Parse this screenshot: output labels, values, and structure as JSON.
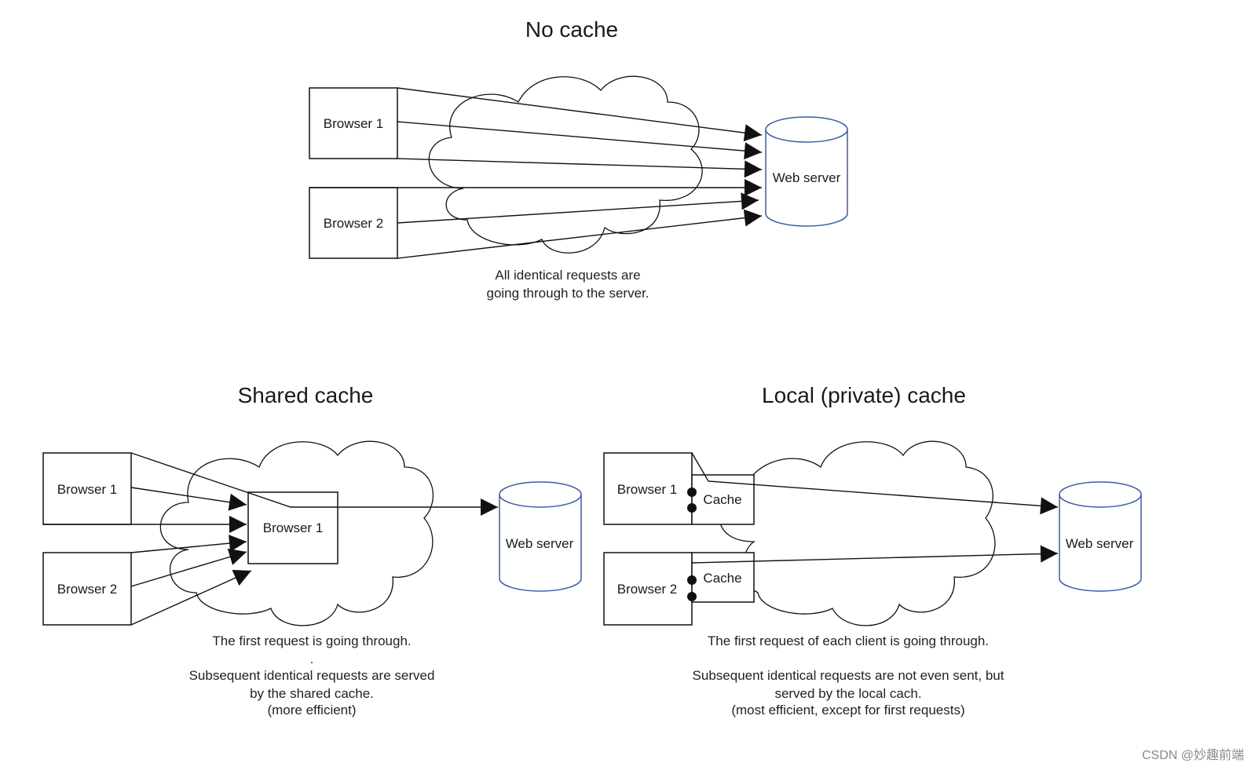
{
  "diagrams": {
    "no_cache": {
      "title": "No cache",
      "browser1": "Browser 1",
      "browser2": "Browser 2",
      "server": "Web server",
      "caption_lines": [
        "All identical requests are",
        "going through to the server."
      ]
    },
    "shared_cache": {
      "title": "Shared cache",
      "browser1": "Browser 1",
      "browser2": "Browser 2",
      "proxy": "Browser 1",
      "server": "Web server",
      "caption_lines": [
        "The first request is going through.",
        ".",
        "Subsequent identical requests are served",
        "by the shared cache.",
        "(more efficient)"
      ]
    },
    "local_cache": {
      "title": "Local (private) cache",
      "browser1": "Browser 1",
      "browser2": "Browser 2",
      "cache1": "Cache",
      "cache2": "Cache",
      "server": "Web server",
      "caption_lines": [
        "The first request of each client is going through.",
        "",
        "Subsequent identical requests are not even sent, but",
        "served by the local cach.",
        "(most efficient, except for first requests)"
      ]
    }
  },
  "colors": {
    "server_outline": "#3a5ba8",
    "stroke": "#111111"
  },
  "watermark": "CSDN @妙趣前端"
}
